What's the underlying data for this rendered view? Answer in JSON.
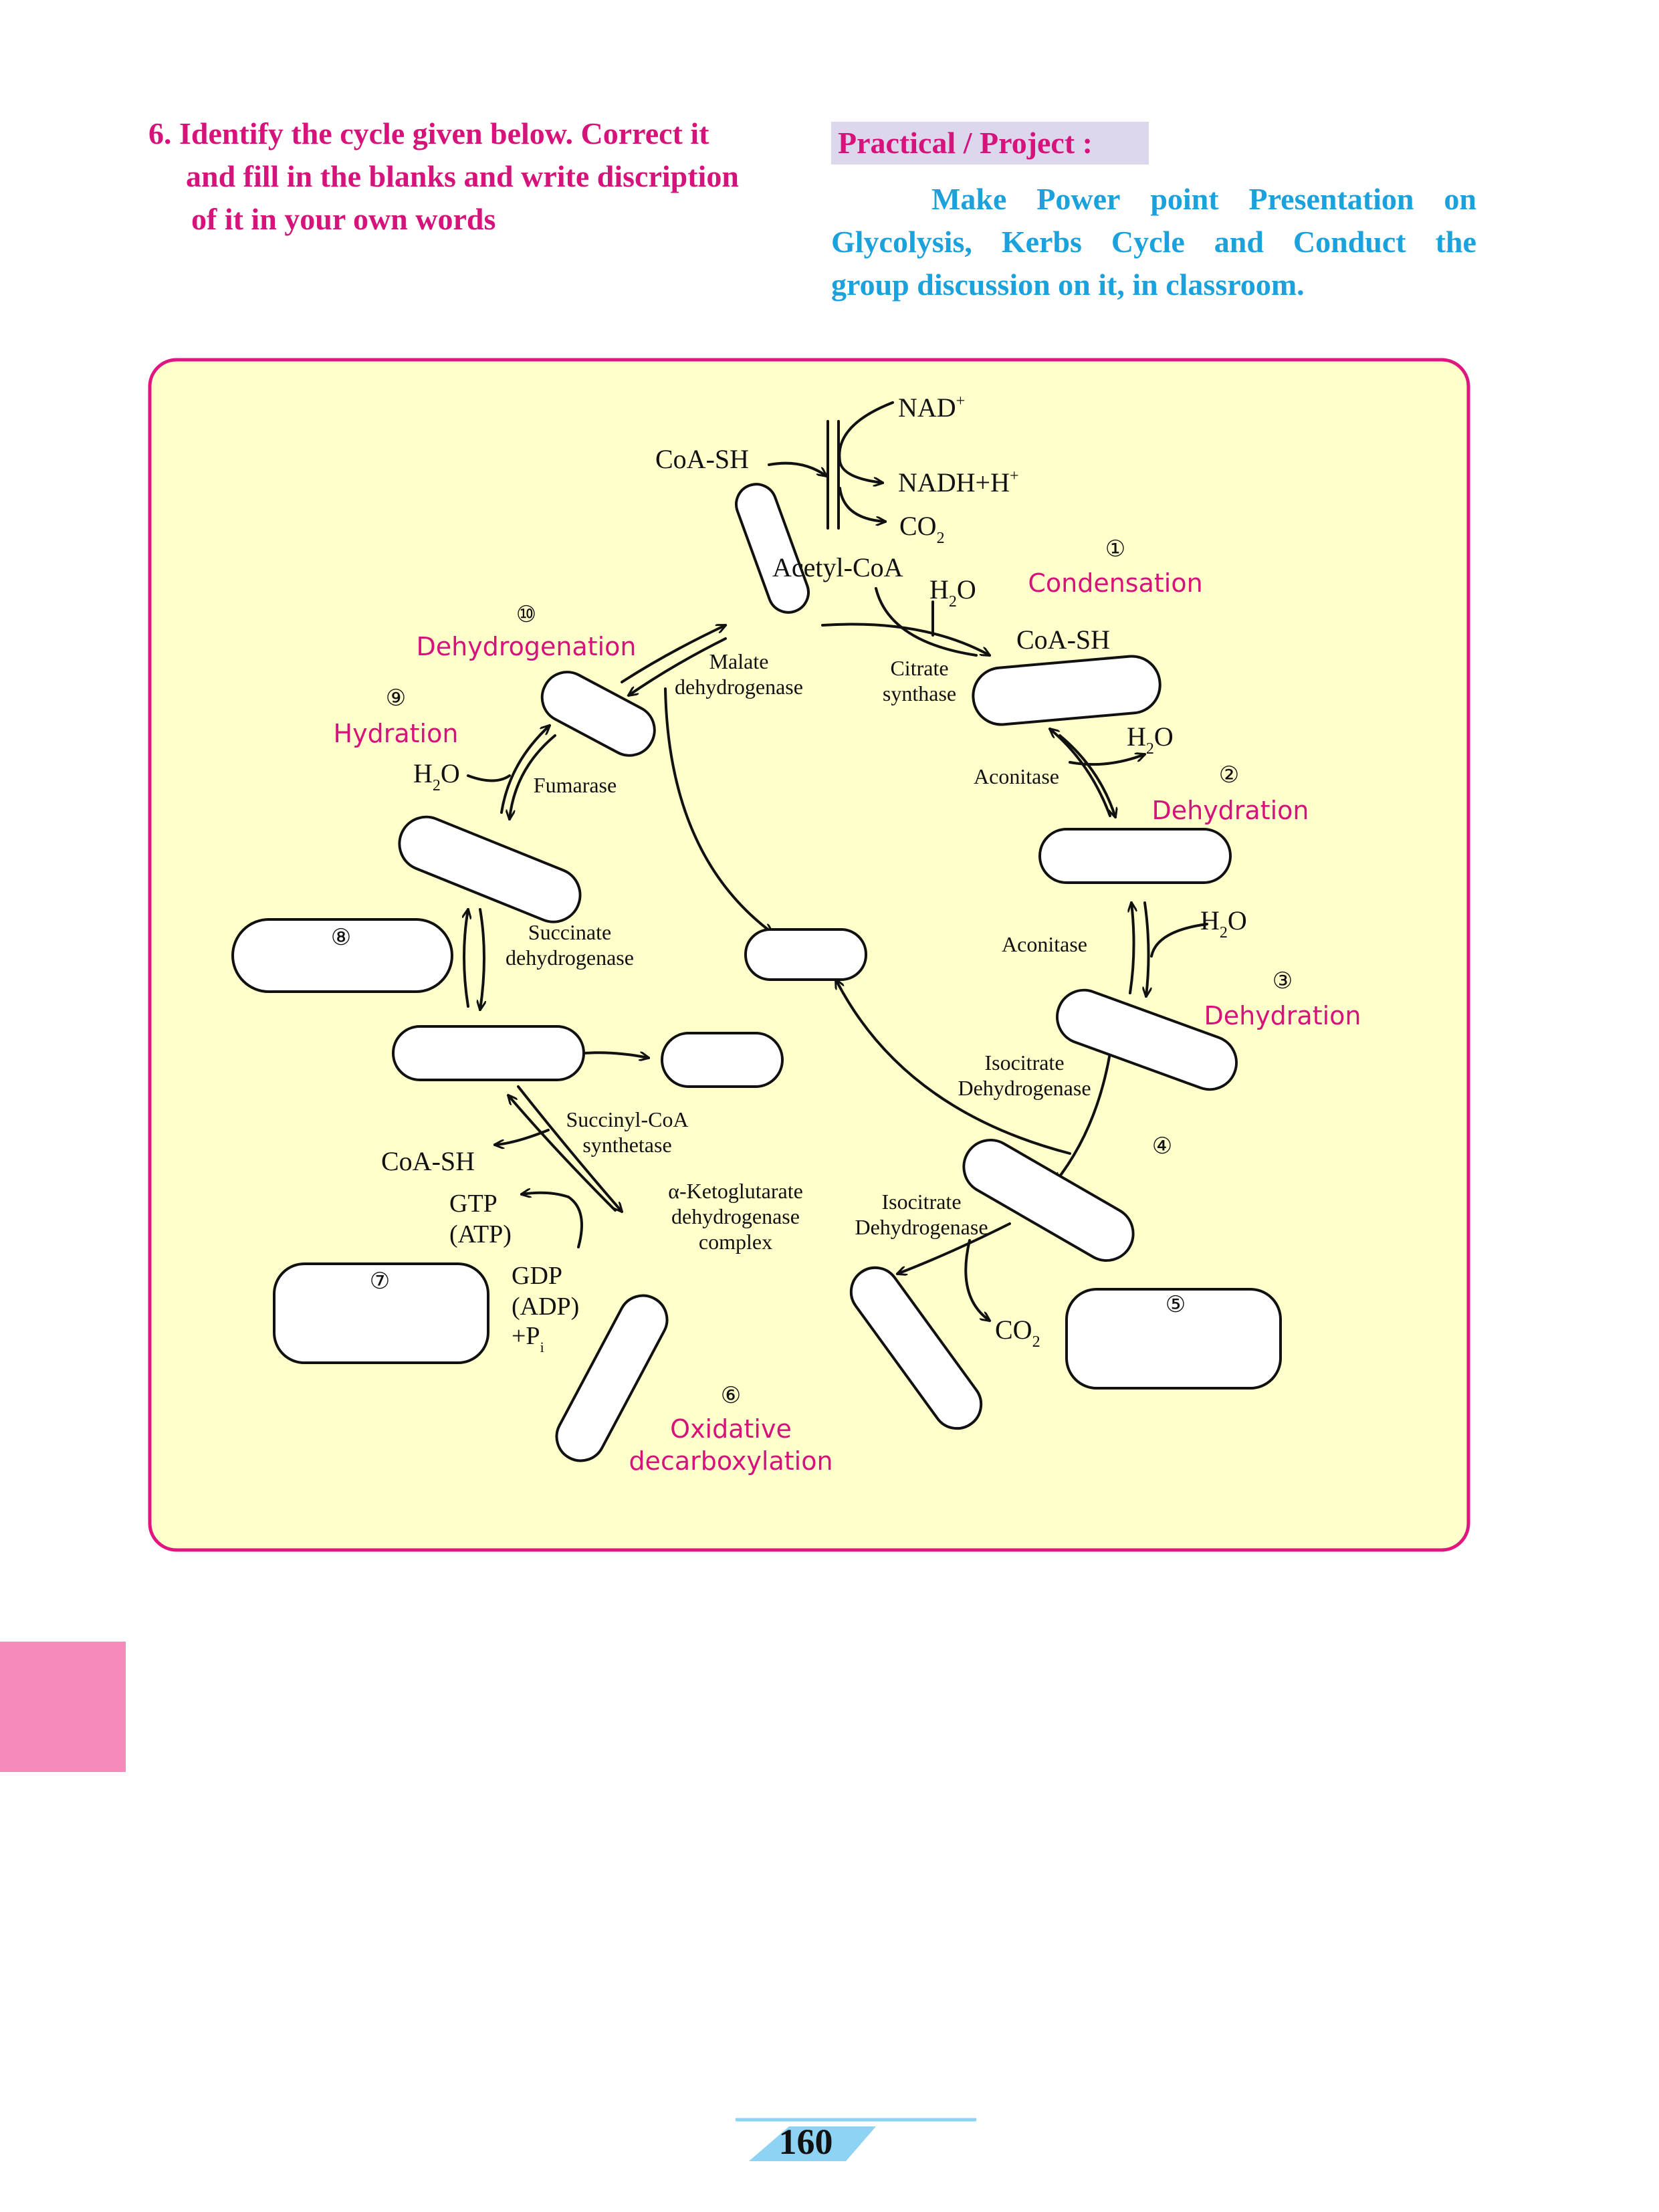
{
  "question": {
    "line1": "6.  Identify the cycle given below. Correct it",
    "line2": "and fill in the blanks and write discription",
    "line3": "of it in your  own words"
  },
  "project": {
    "title": "Practical / Project :",
    "line1": [
      "Make",
      "Power",
      "point",
      "Presentation",
      "on"
    ],
    "line2": [
      "Glycolysis,",
      "Kerbs",
      "Cycle",
      "and",
      "Conduct",
      "the"
    ],
    "line3": "group discussion on it, in classroom."
  },
  "diagram": {
    "colors": {
      "panel_bg": "#ffffcc",
      "panel_border": "#e0157f",
      "step": "#d6127b",
      "ink": "#111111"
    },
    "top": {
      "nad": "NAD",
      "nad_sup": "+",
      "coa_sh": "CoA-SH",
      "nadh": "NADH+H",
      "nadh_sup": "+",
      "co2": "CO",
      "co2_sub": "2",
      "acetyl_coa": "Acetyl-CoA"
    },
    "water": {
      "h": "H",
      "sub": "2",
      "o": "O"
    },
    "co2": {
      "c": "CO",
      "sub": "2"
    },
    "coa_sh": "CoA-SH",
    "steps": {
      "s1": {
        "num": "①",
        "label": "Condensation"
      },
      "s2": {
        "num": "②",
        "label": "Dehydration"
      },
      "s3": {
        "num": "③",
        "label": "Dehydration"
      },
      "s4": {
        "num": "④"
      },
      "s5": {
        "num": "⑤"
      },
      "s6": {
        "num": "⑥",
        "label1": "Oxidative",
        "label2": "decarboxylation"
      },
      "s7": {
        "num": "⑦"
      },
      "s8": {
        "num": "⑧"
      },
      "s9": {
        "num": "⑨",
        "label": "Hydration"
      },
      "s10": {
        "num": "⑩",
        "label": "Dehydrogenation"
      }
    },
    "enzymes": {
      "malate": [
        "Malate",
        "dehydrogenase"
      ],
      "citrate": [
        "Citrate",
        "synthase"
      ],
      "aconitase": "Aconitase",
      "isocitrate": [
        "Isocitrate",
        "Dehydrogenase"
      ],
      "akg": [
        "α-Ketoglutarate",
        "dehydrogenase",
        "complex"
      ],
      "succinyl": [
        "Succinyl-CoA",
        "synthetase"
      ],
      "succinate": [
        "Succinate",
        "dehydrogenase"
      ],
      "fumarase": "Fumarase"
    },
    "cofactors": {
      "gtp": "GTP",
      "atp": "(ATP)",
      "gdp": "GDP",
      "adp": "(ADP)",
      "pi": "+P",
      "pi_sub": "i"
    }
  },
  "page_number": "160"
}
